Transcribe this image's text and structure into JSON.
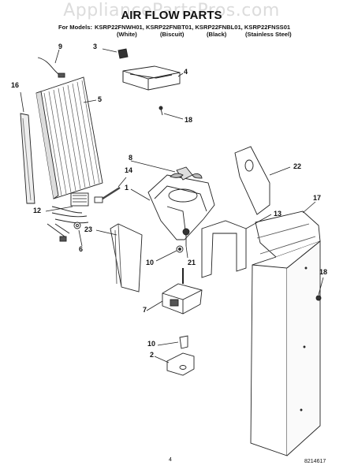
{
  "watermark": "AppliancePartsPros.com",
  "title": "AIR FLOW PARTS",
  "models": {
    "prefix": "For Models:",
    "list": "KSRP22FNWH01, KSRP22FNBT01, KSRP22FNBL01, KSRP22FNSS01",
    "variants": [
      "(White)",
      "(Biscuit)",
      "(Black)",
      "(Stainless Steel)"
    ]
  },
  "callouts": [
    "9",
    "3",
    "4",
    "16",
    "5",
    "18",
    "8",
    "14",
    "22",
    "1",
    "17",
    "13",
    "12",
    "23",
    "21",
    "10",
    "6",
    "18",
    "7",
    "10",
    "2"
  ],
  "footer": {
    "page": "4",
    "doc": "8214617"
  }
}
